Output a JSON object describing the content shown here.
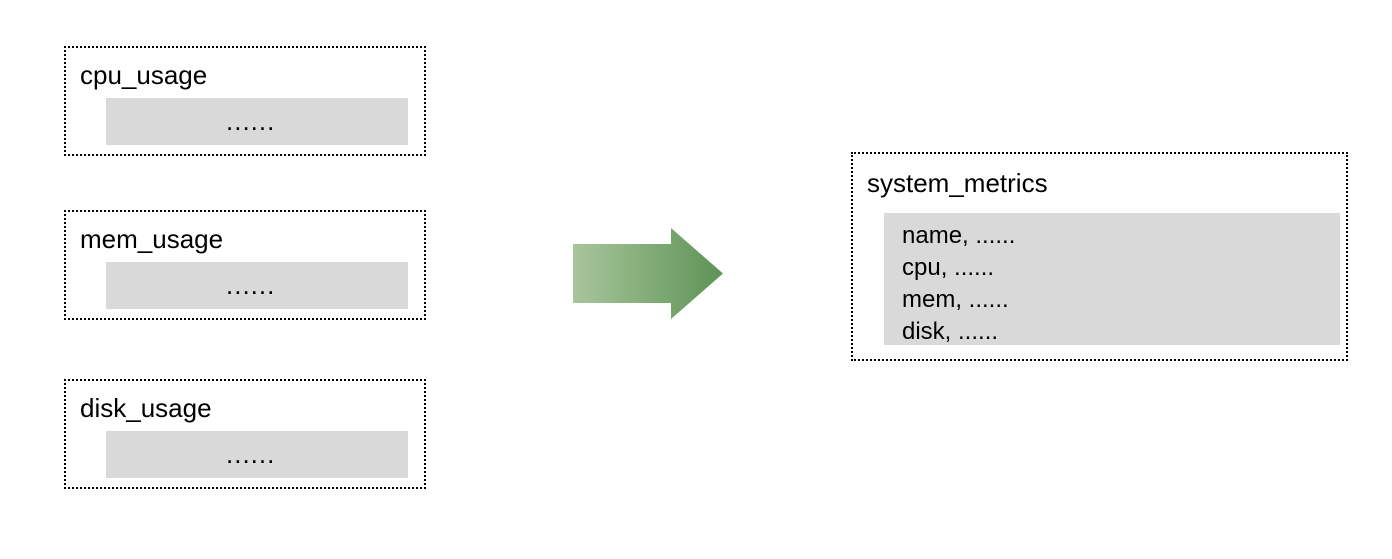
{
  "diagram": {
    "title_text": "",
    "ellipsis": "......",
    "arrow": {
      "name": "flow-arrow",
      "direction": "right",
      "gradient_start": "#a9c59b",
      "gradient_end": "#5d9355"
    },
    "colors": {
      "panel_fill": "#d9d9d9",
      "border": "#000000",
      "background": "#ffffff",
      "text": "#000000"
    },
    "sources": [
      {
        "title": "cpu_usage",
        "body": "......"
      },
      {
        "title": "mem_usage",
        "body": "......"
      },
      {
        "title": "disk_usage",
        "body": "......"
      }
    ],
    "target": {
      "title": "system_metrics",
      "lines": [
        "name, ......",
        "cpu, ......",
        "mem, ......",
        "disk, ......"
      ]
    }
  }
}
